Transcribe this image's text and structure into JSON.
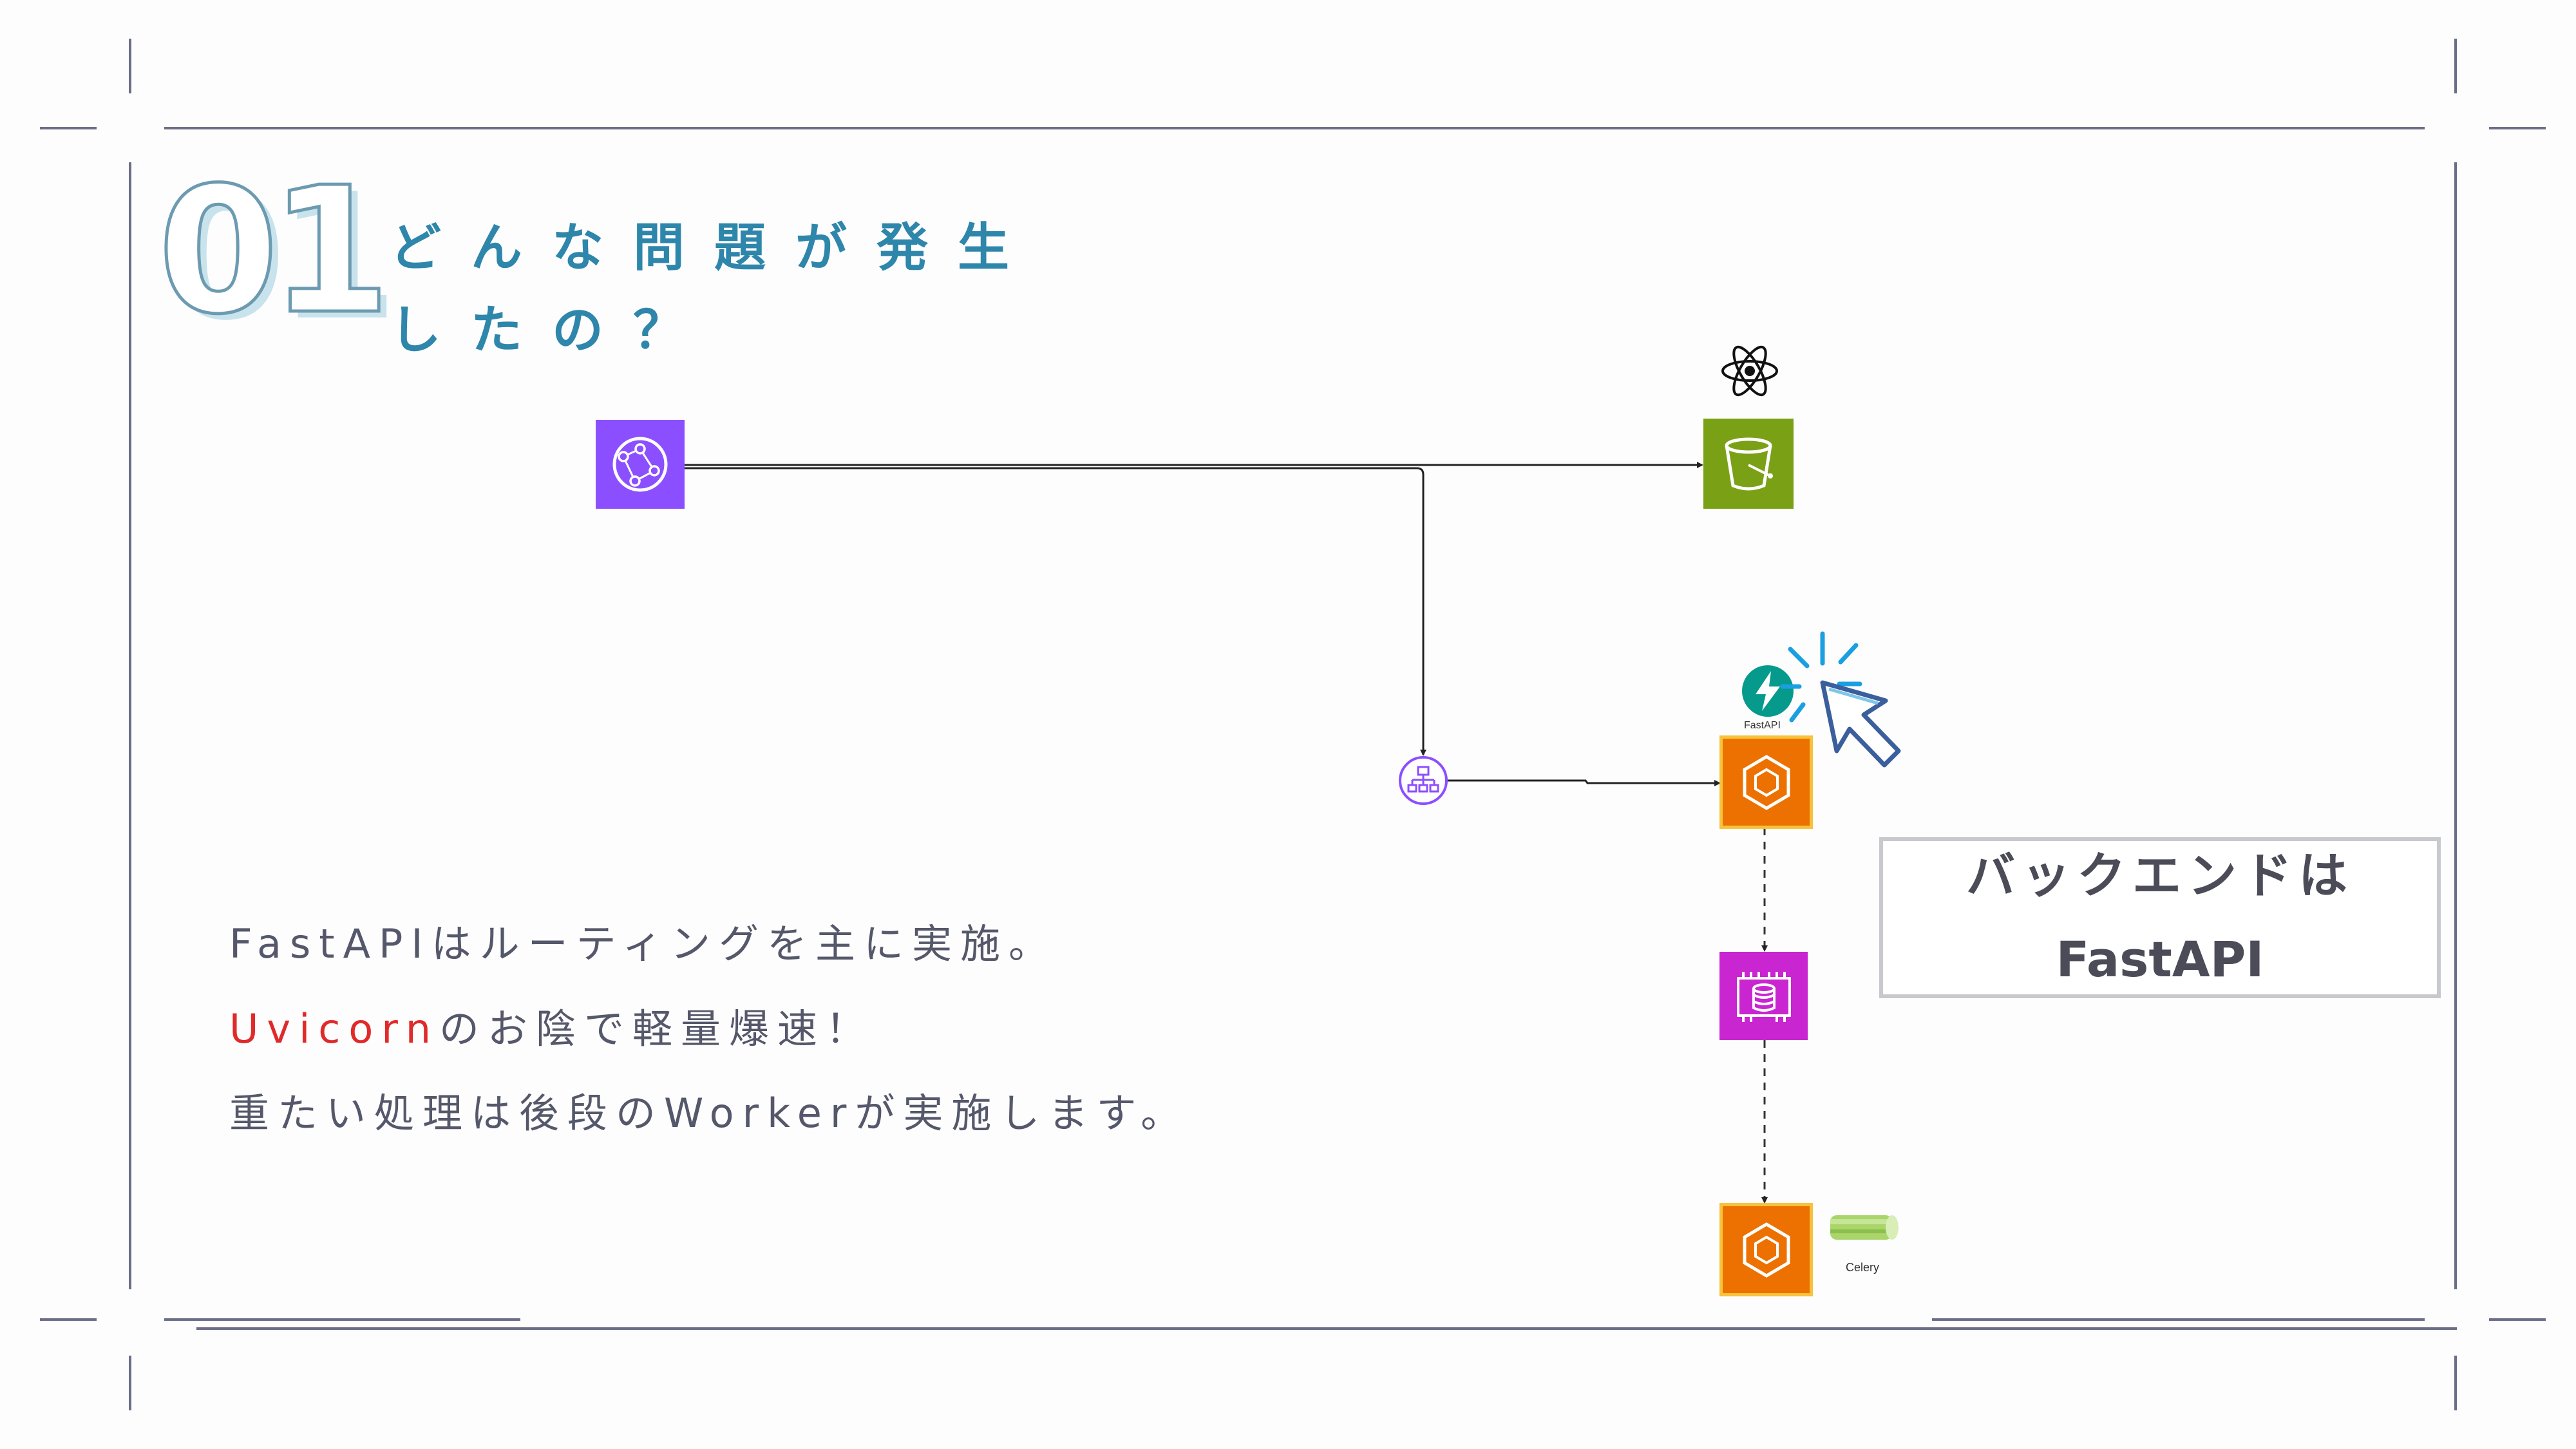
{
  "slide": {
    "number": "01",
    "title_line1": "どんな問題が発生",
    "title_line2": "したの？"
  },
  "body": {
    "line1": "FastAPIはルーティングを主に実施。",
    "line2_highlight": "Uvicorn",
    "line2_rest": "のお陰で軽量爆速！",
    "line3": "重たい処理は後段のWorkerが実施します。"
  },
  "callout": {
    "line1": "バックエンドは",
    "line2": "FastAPI"
  },
  "labels": {
    "fastapi": "FastAPI",
    "celery": "Celery"
  },
  "colors": {
    "accent_title": "#2e86ab",
    "highlight": "#e02a2a",
    "cloudfront": "#8c4fff",
    "s3": "#7aa116",
    "ecs": "#ed7100",
    "elasticache": "#c925d1",
    "fastapi": "#059a8c",
    "celery": "#a9d56b"
  }
}
